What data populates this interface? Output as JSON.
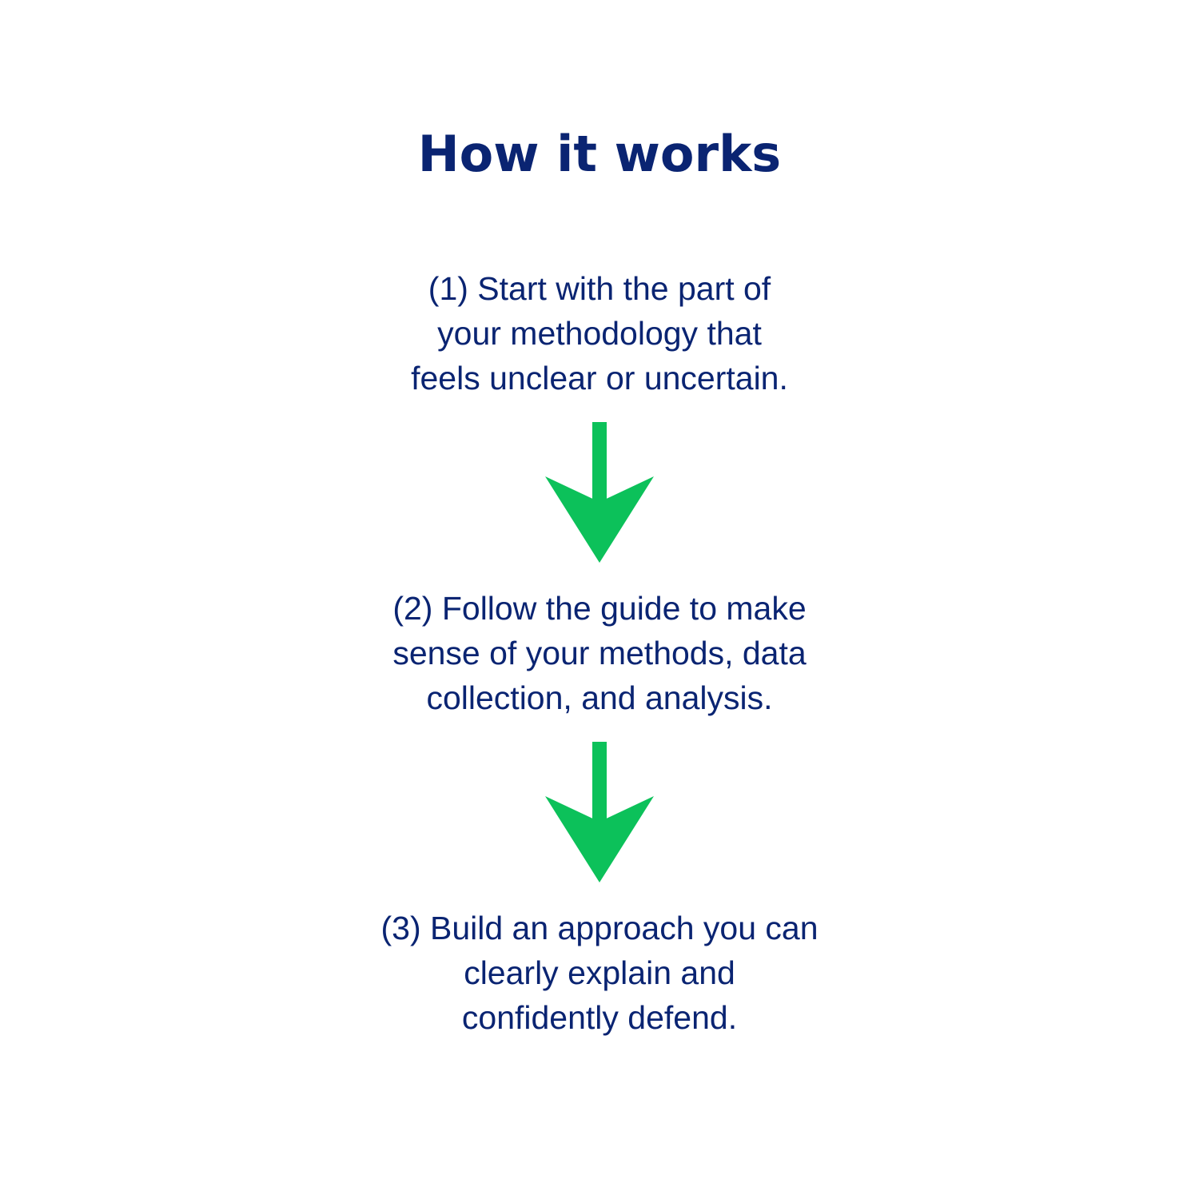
{
  "title": "How it works",
  "colors": {
    "text": "#0a2472",
    "arrow": "#0cc15a",
    "background": "#ffffff"
  },
  "steps": [
    {
      "lines": [
        "(1) Start with the part of",
        "your methodology that",
        "feels unclear or uncertain."
      ]
    },
    {
      "lines": [
        "(2) Follow the guide to make",
        "sense of your methods, data",
        "collection, and analysis."
      ]
    },
    {
      "lines": [
        "(3) Build an approach you can",
        "clearly explain and",
        "confidently defend."
      ]
    }
  ],
  "arrows": [
    {
      "icon": "arrow-down-icon"
    },
    {
      "icon": "arrow-down-icon"
    }
  ]
}
